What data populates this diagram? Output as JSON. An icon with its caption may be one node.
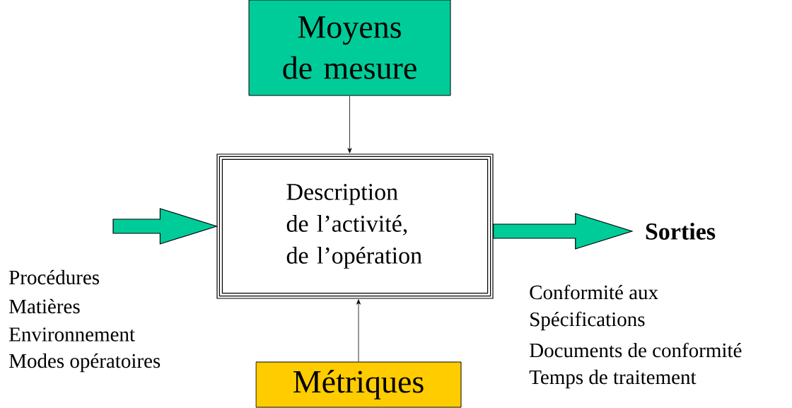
{
  "diagram": {
    "nodes": [
      {
        "text": [
          "Moyens de mesure"
        ]
      },
      {
        "text": [
          "Description de l’activité, de l’opération"
        ]
      },
      {
        "text": [
          "Métriques"
        ]
      },
      {
        "text": [
          "Sorties"
        ]
      }
    ],
    "edges": [
      {
        "from": 0,
        "to": 1,
        "arrow": "to"
      },
      {
        "from": 2,
        "to": 1,
        "arrow": "to"
      },
      {
        "from": null,
        "to": 1,
        "arrow": "to",
        "style": "thick",
        "color": "#00cc99"
      },
      {
        "from": 1,
        "to": 3,
        "arrow": "to",
        "style": "thick",
        "color": "#00cc99"
      }
    ],
    "labels": [
      "Procédures",
      "Matières",
      "Environnement",
      "Modes opératoires",
      "Conformité aux",
      "Spécifications",
      "Documents de conformité",
      "Temps de traitement"
    ]
  }
}
